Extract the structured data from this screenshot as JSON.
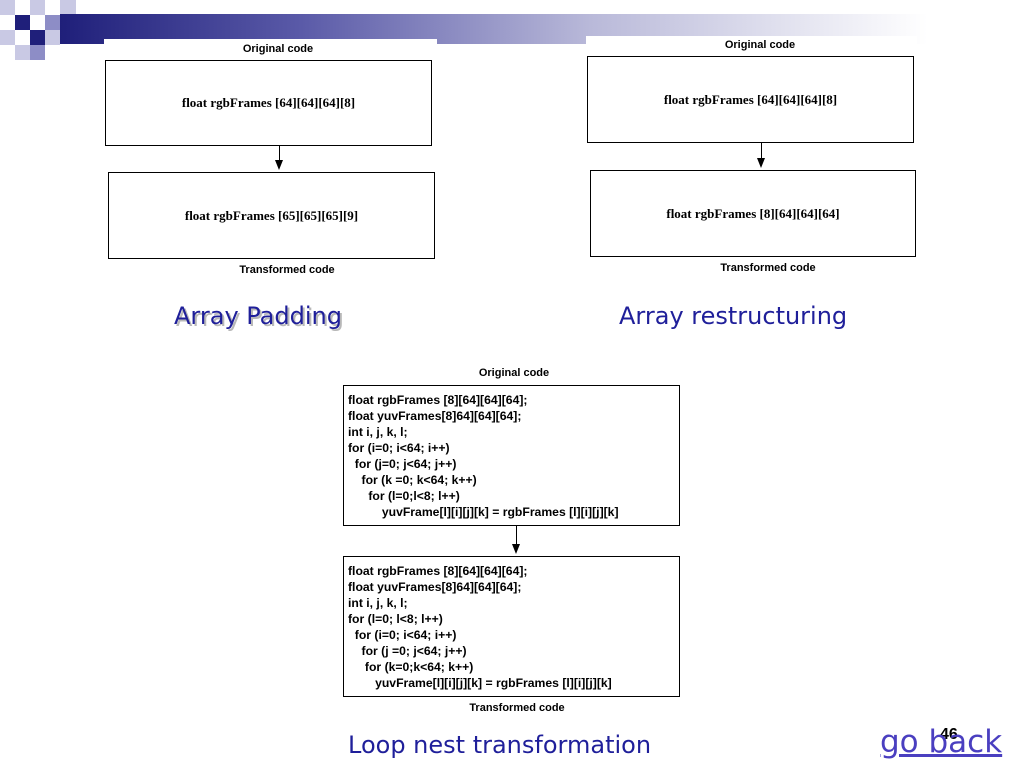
{
  "theme": {
    "accent": "#1f1f9a",
    "square_dark": "#1f1f7a",
    "square_mid": "#8d8dc6",
    "square_light": "#c9c9e4",
    "link_color": "#4a3fc0"
  },
  "diagram_padding": {
    "original_label": "Original code",
    "original_text": "float rgbFrames [64][64][64][8]",
    "transformed_text": "float rgbFrames [65][65][65][9]",
    "transformed_label": "Transformed code",
    "caption": "Array Padding"
  },
  "diagram_restructuring": {
    "original_label": "Original code",
    "original_text": "float rgbFrames [64][64][64][8]",
    "transformed_text": "float rgbFrames [8][64][64][64]",
    "transformed_label": "Transformed code",
    "caption": "Array restructuring"
  },
  "diagram_loop": {
    "original_label": "Original code",
    "original_lines": [
      "float rgbFrames [8][64][64][64];",
      "float yuvFrames[8]64][64][64];",
      "int i, j, k, l;",
      "for (i=0; i<64; i++)",
      "  for (j=0; j<64; j++)",
      "    for (k =0; k<64; k++)",
      "      for (l=0;l<8; l++)",
      "          yuvFrame[l][i][j][k] = rgbFrames [l][i][j][k]"
    ],
    "transformed_lines": [
      "float rgbFrames [8][64][64][64];",
      "float yuvFrames[8]64][64][64];",
      "int i, j, k, l;",
      "for (l=0; l<8; l++)",
      "  for (i=0; i<64; i++)",
      "    for (j =0; j<64; j++)",
      "     for (k=0;k<64; k++)",
      "        yuvFrame[l][i][j][k] = rgbFrames [l][i][j][k]"
    ],
    "transformed_label": "Transformed code",
    "caption": "Loop nest transformation"
  },
  "footer": {
    "page_number": "46",
    "go_back_label": "go back"
  }
}
